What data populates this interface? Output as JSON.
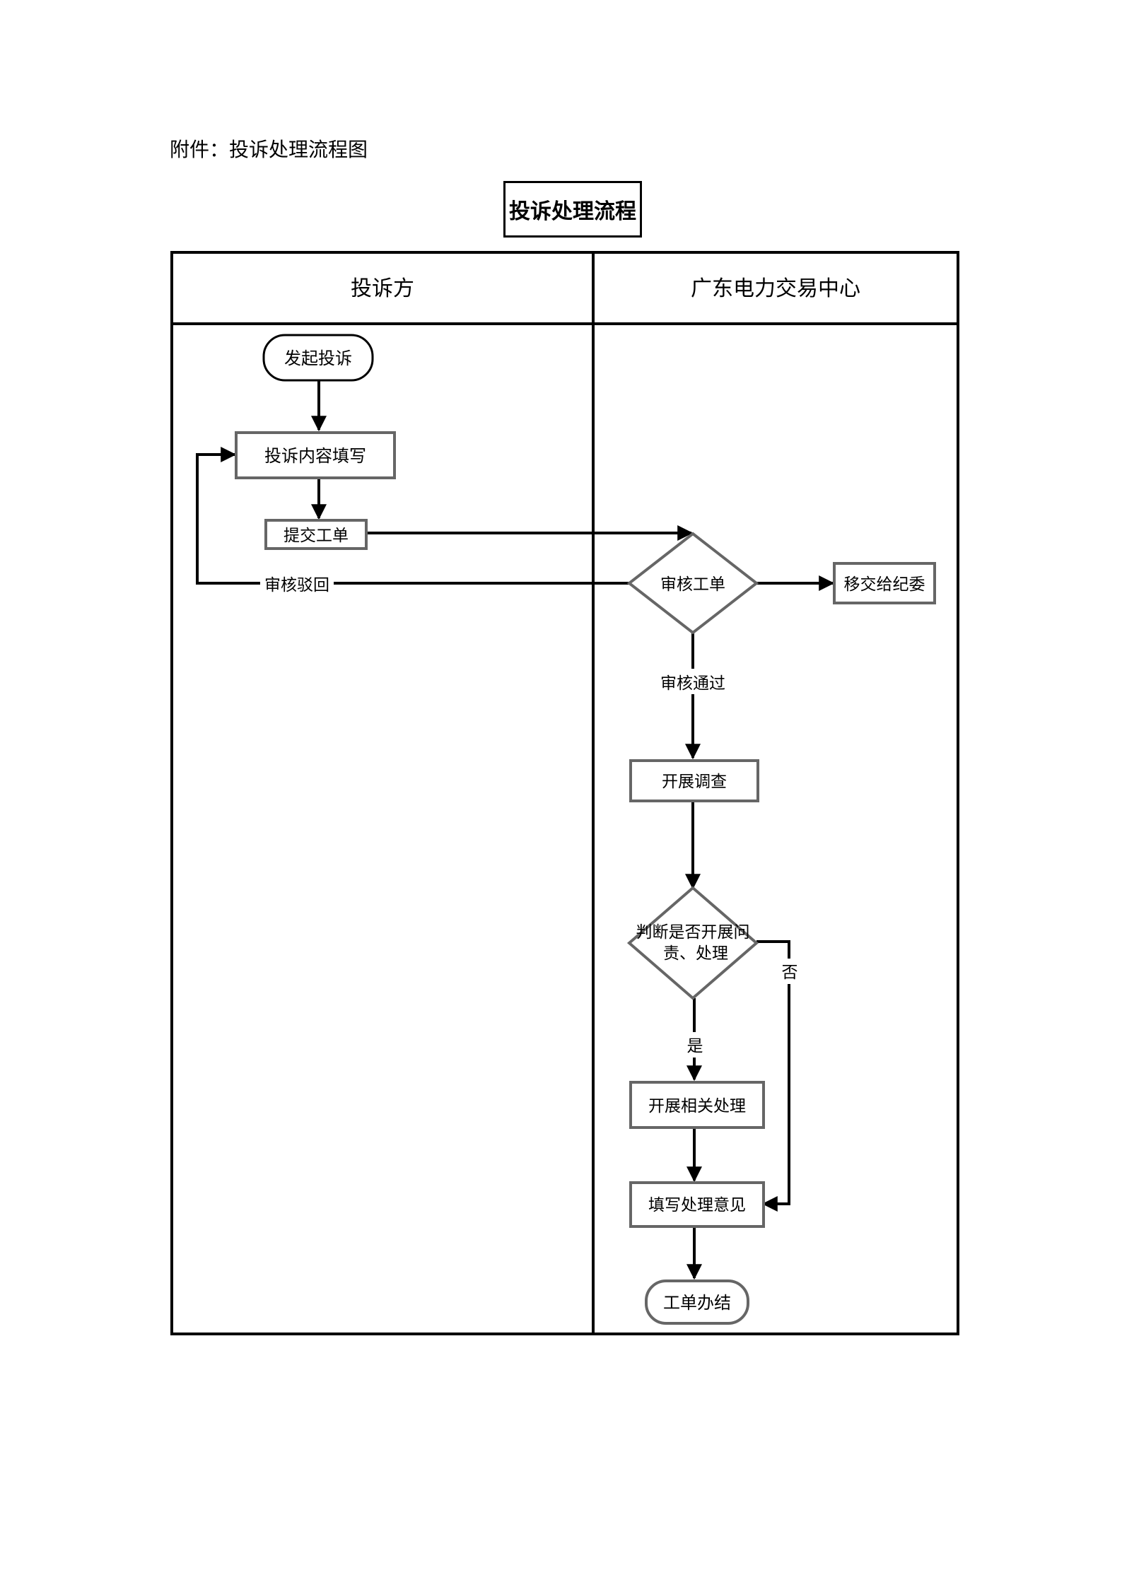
{
  "document": {
    "caption": "附件：投诉处理流程图"
  },
  "diagram": {
    "title": "投诉处理流程",
    "lanes": [
      {
        "id": "complainant",
        "label": "投诉方"
      },
      {
        "id": "center",
        "label": "广东电力交易中心"
      }
    ],
    "nodes": {
      "start": {
        "label": "发起投诉",
        "shape": "terminal"
      },
      "fill_content": {
        "label": "投诉内容填写",
        "shape": "process"
      },
      "submit": {
        "label": "提交工单",
        "shape": "process"
      },
      "review": {
        "label": "审核工单",
        "shape": "decision"
      },
      "transfer": {
        "label": "移交给纪委",
        "shape": "process"
      },
      "investigate": {
        "label": "开展调查",
        "shape": "process"
      },
      "judge": {
        "label_line1": "判断是否开展问",
        "label_line2": "责、处理",
        "shape": "decision"
      },
      "handle": {
        "label": "开展相关处理",
        "shape": "process"
      },
      "opinion": {
        "label": "填写处理意见",
        "shape": "process"
      },
      "end": {
        "label": "工单办结",
        "shape": "terminal"
      }
    },
    "edges": {
      "rejected": {
        "label": "审核驳回"
      },
      "approved": {
        "label": "审核通过"
      },
      "yes": {
        "label": "是"
      },
      "no": {
        "label": "否"
      }
    },
    "colors": {
      "line": "#000000",
      "node_border": "#666666",
      "node_fill": "#ffffff"
    }
  }
}
